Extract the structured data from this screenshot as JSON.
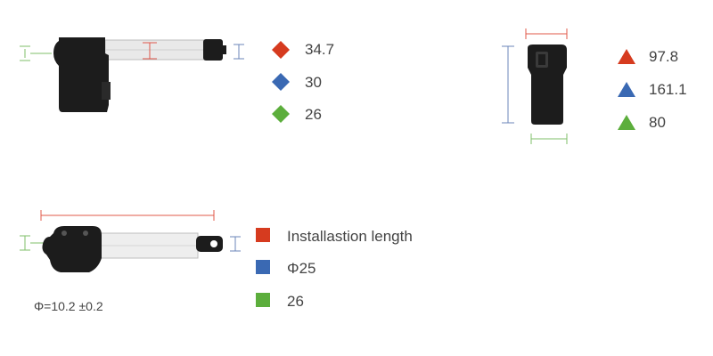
{
  "colors": {
    "red": "#d63b1f",
    "blue": "#3a69b3",
    "green": "#5cae3c",
    "dim_red": "#e0584a",
    "dim_blue": "#6b86b8",
    "dim_green": "#7fbf6a",
    "actuator_black": "#1c1c1c",
    "rod_silver": "#e9e9e9"
  },
  "views": {
    "side": {
      "legend": [
        {
          "marker": "diamond",
          "color": "red",
          "value": "34.7"
        },
        {
          "marker": "diamond",
          "color": "blue",
          "value": "30"
        },
        {
          "marker": "diamond",
          "color": "green",
          "value": "26"
        }
      ]
    },
    "end": {
      "legend": [
        {
          "marker": "triangle",
          "color": "red",
          "value": "97.8"
        },
        {
          "marker": "triangle",
          "color": "blue",
          "value": "161.1"
        },
        {
          "marker": "triangle",
          "color": "green",
          "value": "80"
        }
      ]
    },
    "top": {
      "legend": [
        {
          "marker": "square",
          "color": "red",
          "value": "Installastion length"
        },
        {
          "marker": "square",
          "color": "blue",
          "value": "Φ25"
        },
        {
          "marker": "square",
          "color": "green",
          "value": "26"
        }
      ],
      "note": "Φ=10.2 ±0.2"
    }
  }
}
